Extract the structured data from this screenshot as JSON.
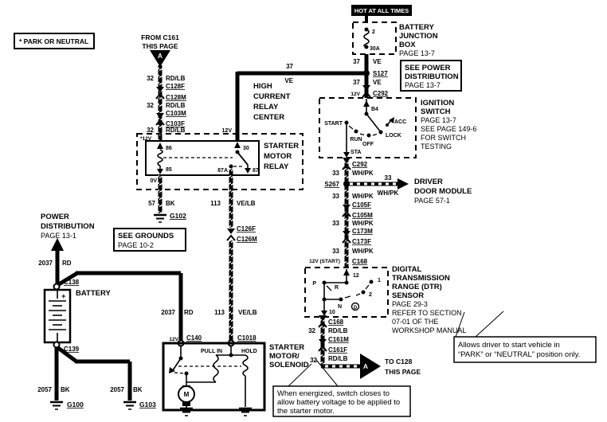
{
  "banners": {
    "park_or_neutral": "* PARK OR NEUTRAL",
    "hot_at_all_times": "HOT AT ALL TIMES"
  },
  "off_page_connectors": {
    "from": {
      "line1": "FROM C161",
      "line2": "THIS PAGE",
      "tag": "A"
    },
    "to": {
      "line1": "TO C128",
      "line2": "THIS PAGE",
      "tag": "A"
    }
  },
  "gauges": {
    "g32": "32",
    "g33": "33",
    "g37": "37",
    "g57": "57",
    "g113": "113",
    "g2037": "2037",
    "g2057": "2057"
  },
  "wire_colors": {
    "rd_lb": "RD/LB",
    "ve": "VE",
    "wh_pk": "WH/PK",
    "bk": "BK",
    "ve_lb": "VE/LB",
    "rd": "RD"
  },
  "voltages": {
    "v12": "12V",
    "v12_star": "*12V",
    "v0": "0V",
    "v12_start": "12V (START)"
  },
  "fuse": {
    "number": "2",
    "rating": "30A"
  },
  "connectors": {
    "c128f": "C128F",
    "c128m": "C128M",
    "c103m": "C103M",
    "c103f": "C103F",
    "s127": "S127",
    "c292": "C292",
    "s267": "S267",
    "c105f": "C105F",
    "c105m": "C105M",
    "c173m": "C173M",
    "c173f": "C173F",
    "c168": "C168",
    "c161m": "C161M",
    "c161f": "C161F",
    "c126f": "C126F",
    "c126m": "C126M",
    "c138": "C138",
    "c139": "C139",
    "c140": "C140",
    "c1018": "C1018"
  },
  "grounds": {
    "g100": "G100",
    "g102": "G102",
    "g103": "G103"
  },
  "components": {
    "battery_junction_box": {
      "name1": "BATTERY",
      "name2": "JUNCTION",
      "name3": "BOX",
      "page": "PAGE 13-7"
    },
    "see_power_distribution": {
      "name1": "SEE POWER",
      "name2": "DISTRIBUTION",
      "page": "PAGE 13-7"
    },
    "high_current_relay_center": {
      "name1": "HIGH",
      "name2": "CURRENT",
      "name3": "RELAY",
      "name4": "CENTER"
    },
    "starter_motor_relay": {
      "name1": "STARTER",
      "name2": "MOTOR",
      "name3": "RELAY",
      "t86": "86",
      "t85": "85",
      "t30": "30",
      "t87": "87",
      "t87a": "87A"
    },
    "ignition_switch": {
      "name1": "IGNITION",
      "name2": "SWITCH",
      "page": "PAGE 13-7",
      "ref1": "SEE PAGE 149-6",
      "ref2": "FOR SWITCH",
      "ref3": "TESTING",
      "b4": "B4",
      "sta": "STA",
      "start": "START",
      "run": "RUN",
      "off": "OFF",
      "lock": "LOCK",
      "acc": "ACC"
    },
    "driver_door_module": {
      "name1": "DRIVER",
      "name2": "DOOR MODULE",
      "page": "PAGE 57-1"
    },
    "dtr_sensor": {
      "name1": "DIGITAL",
      "name2": "TRANSMISSION",
      "name3": "RANGE (DTR)",
      "name4": "SENSOR",
      "page": "PAGE 29-3",
      "ref1": "REFER TO SECTION",
      "ref2": "07-01 OF THE",
      "ref3": "WORKSHOP MANUAL",
      "t12": "12",
      "t10": "10",
      "pos_p": "P",
      "pos_r": "R",
      "pos_n": "N",
      "pos_d": "D",
      "pos_1": "1",
      "pos_2": "2"
    },
    "starter_solenoid": {
      "name1": "STARTER",
      "name2": "MOTOR/",
      "name3": "SOLENOID",
      "pull_in": "PULL IN",
      "hold": "HOLD",
      "motor": "M"
    },
    "battery": {
      "name": "BATTERY",
      "plus": "+"
    },
    "power_distribution": {
      "name1": "POWER",
      "name2": "DISTRIBUTION",
      "page": "PAGE 13-1"
    },
    "see_grounds": {
      "name": "SEE GROUNDS",
      "page": "PAGE 10-2"
    }
  },
  "notes": {
    "when_energized": {
      "line1": "When energized, switch closes to",
      "line2": "allow battery voltage to be applied to",
      "line3": "the starter motor."
    },
    "allows_driver": {
      "line1": "Allows driver to start vehicle in",
      "line2": "“PARK” or “NEUTRAL” position only."
    }
  }
}
